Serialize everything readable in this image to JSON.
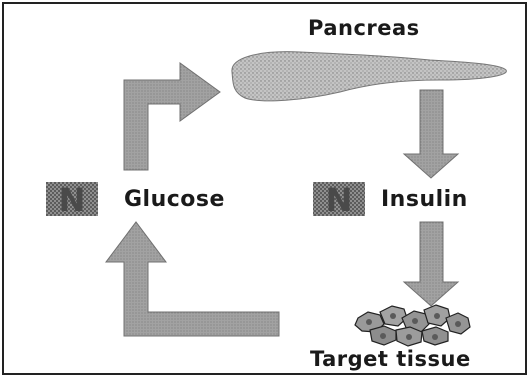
{
  "diagram": {
    "nodes": {
      "pancreas": "Pancreas",
      "glucose": "Glucose",
      "insulin": "Insulin",
      "target_tissue": "Target tissue"
    },
    "markers": {
      "glucose": "N",
      "insulin": "N"
    }
  },
  "colors": {
    "arrow": "#9a9a9a",
    "arrow_edge": "#6e6e6e",
    "pancreas": "#b3b3b3",
    "marker": "#7f7f7f",
    "tissue": "#8c8c8c",
    "frame": "#222222"
  }
}
